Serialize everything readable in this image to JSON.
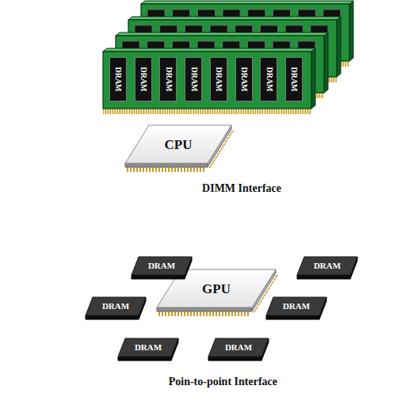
{
  "diagram": {
    "nodes": [
      {
        "text": [
          "DIMM Interface"
        ]
      },
      {
        "text": [
          "DRAM"
        ],
        "in": 0
      },
      {
        "text": [
          "DRAM"
        ],
        "in": 0
      },
      {
        "text": [
          "DRAM"
        ],
        "in": 0
      },
      {
        "text": [
          "DRAM"
        ],
        "in": 0
      },
      {
        "text": [
          "DRAM"
        ],
        "in": 0
      },
      {
        "text": [
          "DRAM"
        ],
        "in": 0
      },
      {
        "text": [
          "DRAM"
        ],
        "in": 0
      },
      {
        "text": [
          "DRAM"
        ],
        "in": 0
      },
      {
        "text": [
          "CPU"
        ],
        "in": 0
      },
      {
        "text": [
          "Poin-to-point Interface"
        ]
      },
      {
        "text": [
          "GPU"
        ],
        "in": 10
      },
      {
        "text": [
          "DRAM"
        ],
        "in": 10
      },
      {
        "text": [
          "DRAM"
        ],
        "in": 10
      },
      {
        "text": [
          "DRAM"
        ],
        "in": 10
      },
      {
        "text": [
          "DRAM"
        ],
        "in": 10
      },
      {
        "text": [
          "DRAM"
        ],
        "in": 10
      },
      {
        "text": [
          "DRAM"
        ],
        "in": 10
      }
    ]
  }
}
